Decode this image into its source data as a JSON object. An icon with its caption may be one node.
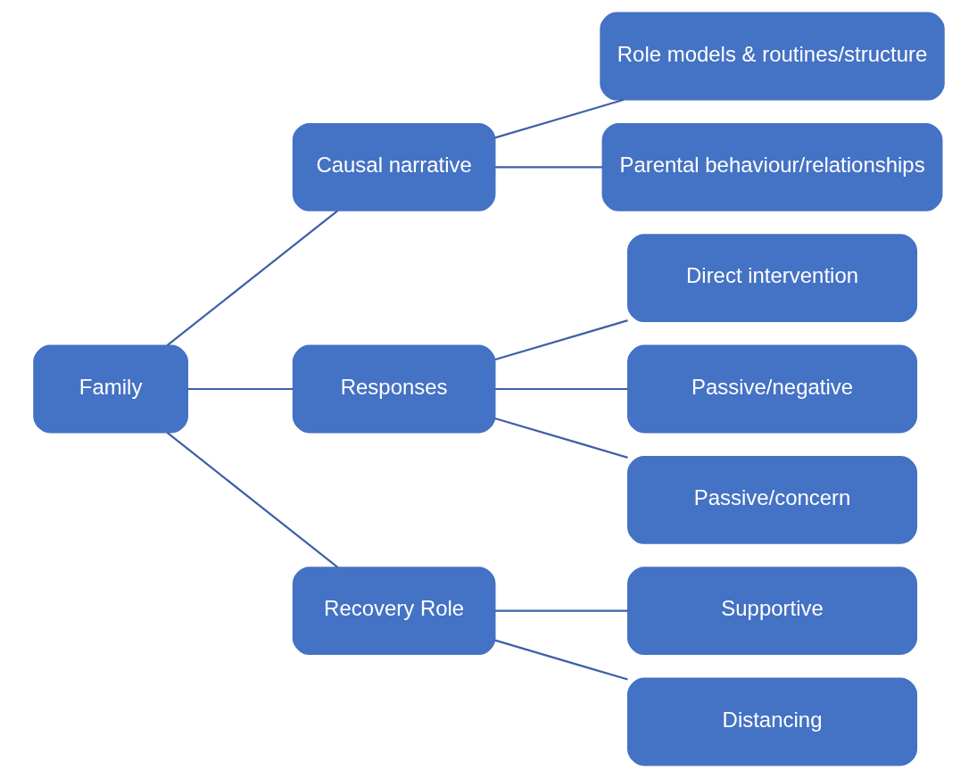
{
  "diagram": {
    "nodes": [
      {
        "text": [
          "Family"
        ]
      },
      {
        "text": [
          "Causal narrative"
        ]
      },
      {
        "text": [
          "Role models & routines/structure"
        ]
      },
      {
        "text": [
          "Parental behaviour/relationships"
        ]
      },
      {
        "text": [
          "Responses"
        ]
      },
      {
        "text": [
          "Direct intervention"
        ]
      },
      {
        "text": [
          "Passive/negative"
        ]
      },
      {
        "text": [
          "Passive/concern"
        ]
      },
      {
        "text": [
          "Recovery Role"
        ]
      },
      {
        "text": [
          "Supportive"
        ]
      },
      {
        "text": [
          "Distancing"
        ]
      }
    ],
    "edges": [
      {
        "from": 0,
        "to": 1,
        "arrow": "none"
      },
      {
        "from": 0,
        "to": 4,
        "arrow": "none"
      },
      {
        "from": 0,
        "to": 8,
        "arrow": "none"
      },
      {
        "from": 1,
        "to": 2,
        "arrow": "none"
      },
      {
        "from": 1,
        "to": 3,
        "arrow": "none"
      },
      {
        "from": 4,
        "to": 5,
        "arrow": "none"
      },
      {
        "from": 4,
        "to": 6,
        "arrow": "none"
      },
      {
        "from": 4,
        "to": 7,
        "arrow": "none"
      },
      {
        "from": 8,
        "to": 9,
        "arrow": "none"
      },
      {
        "from": 8,
        "to": 10,
        "arrow": "none"
      }
    ]
  }
}
